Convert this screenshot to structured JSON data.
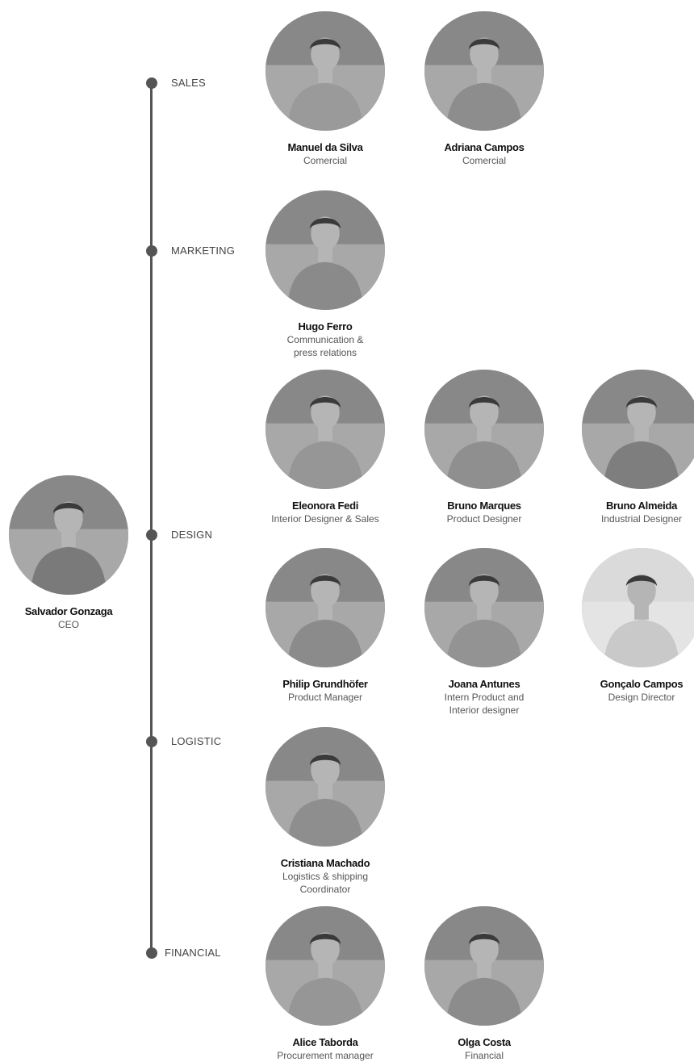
{
  "ceo": {
    "name": "Salvador Gonzaga",
    "role": "CEO",
    "photo": "person-photo-ceo",
    "tone": "#7a7a7a"
  },
  "departments": [
    {
      "label": "SALES",
      "members": [
        {
          "name": "Manuel da Silva",
          "role": "Comercial",
          "photo": "person-photo",
          "tone": "#9a9a9a"
        },
        {
          "name": "Adriana Campos",
          "role": "Comercial",
          "photo": "person-photo",
          "tone": "#8d8d8d"
        }
      ]
    },
    {
      "label": "MARKETING",
      "members": [
        {
          "name": "Hugo Ferro",
          "role": "Communication &\npress relations",
          "photo": "person-photo",
          "tone": "#8a8a8a"
        }
      ]
    },
    {
      "label": "DESIGN",
      "members": [
        {
          "name": "Eleonora Fedi",
          "role": "Interior Designer & Sales",
          "photo": "person-photo",
          "tone": "#969696"
        },
        {
          "name": "Bruno Marques",
          "role": "Product Designer",
          "photo": "person-photo",
          "tone": "#8f8f8f"
        },
        {
          "name": "Bruno Almeida",
          "role": "Industrial Designer",
          "photo": "person-photo",
          "tone": "#7e7e7e"
        },
        {
          "name": "Philip Grundhöfer",
          "role": "Product Manager",
          "photo": "person-photo",
          "tone": "#8b8b8b"
        },
        {
          "name": "Joana Antunes",
          "role": "Intern Product and\nInterior designer",
          "photo": "person-photo",
          "tone": "#939393"
        },
        {
          "name": "Gonçalo Campos",
          "role": "Design Director",
          "photo": "person-photo",
          "tone": "#c9c9c9"
        }
      ]
    },
    {
      "label": "LOGISTIC",
      "members": [
        {
          "name": "Cristiana Machado",
          "role": "Logistics & shipping\nCoordinator",
          "photo": "person-photo",
          "tone": "#8e8e8e"
        }
      ]
    },
    {
      "label": "FINANCIAL",
      "members": [
        {
          "name": "Alice Taborda",
          "role": "Procurement manager",
          "photo": "person-photo",
          "tone": "#969696"
        },
        {
          "name": "Olga Costa",
          "role": "Financial",
          "photo": "person-photo",
          "tone": "#8c8c8c"
        }
      ]
    }
  ],
  "colors": {
    "line": "#555555",
    "text": "#222222",
    "muted": "#555555"
  }
}
